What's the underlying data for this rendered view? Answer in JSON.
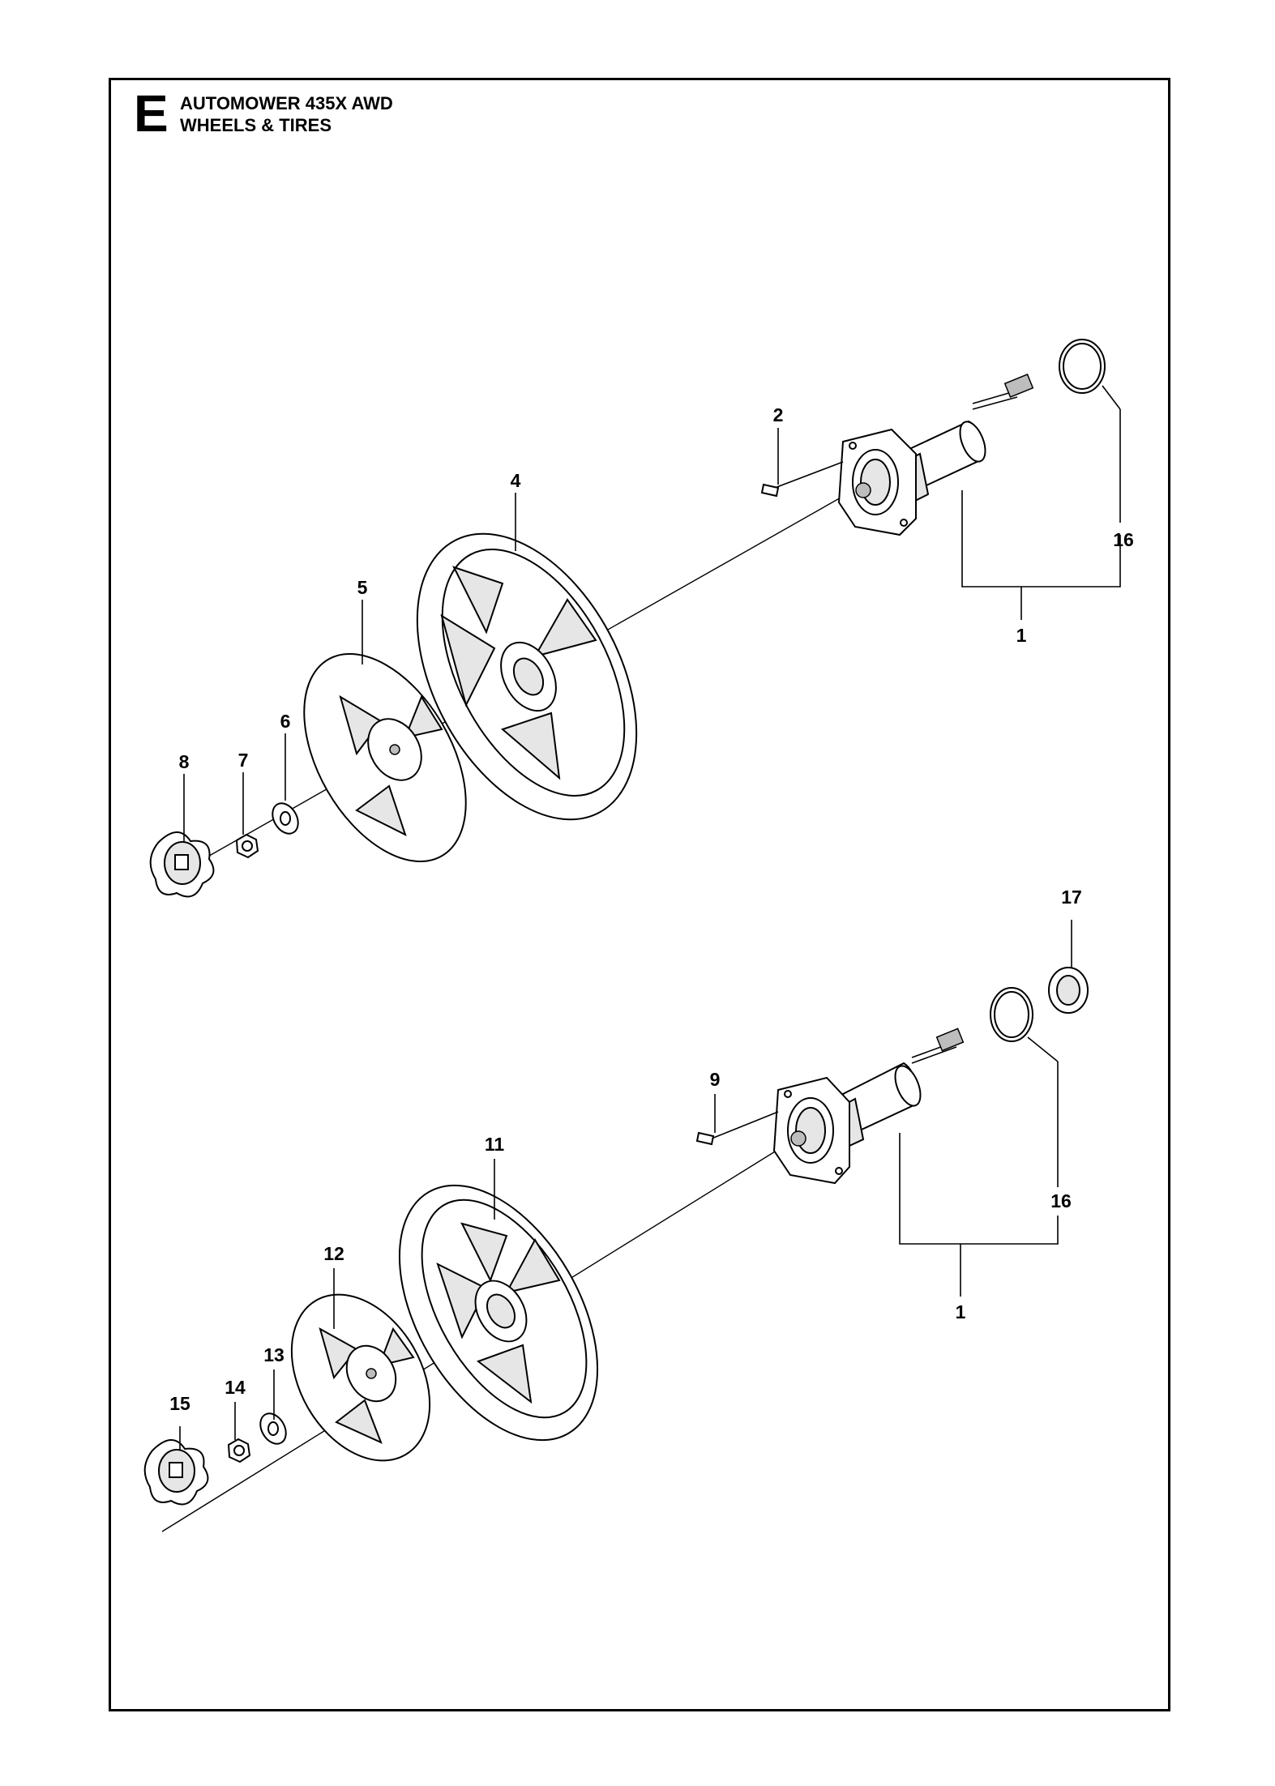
{
  "header": {
    "section_letter": "E",
    "title_line_1": "AUTOMOWER 435X AWD",
    "title_line_2": "WHEELS & TIRES"
  },
  "callouts": {
    "upper": {
      "motor": "1",
      "screw": "2",
      "wheel": "4",
      "hub_cap": "5",
      "washer": "6",
      "nut": "7",
      "wheel_knob": "8",
      "seal_ring": "16"
    },
    "lower": {
      "motor": "1",
      "screw": "9",
      "wheel": "11",
      "hub_cap": "12",
      "washer": "13",
      "nut": "14",
      "wheel_knob": "15",
      "seal_ring": "16",
      "bushing": "17"
    }
  }
}
